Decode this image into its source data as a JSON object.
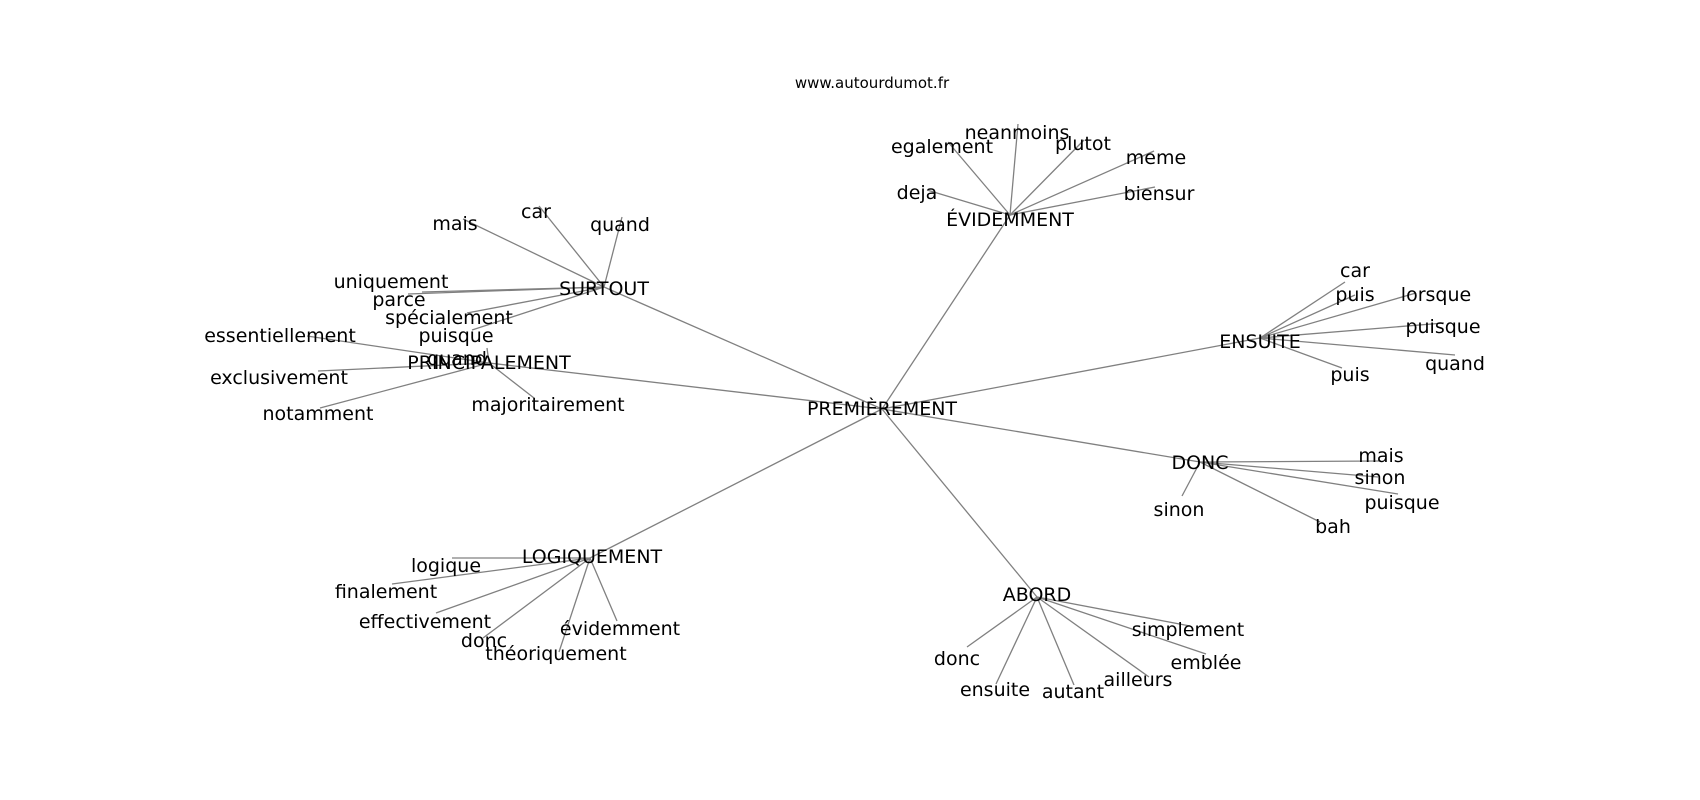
{
  "source": "www.autourdumot.fr",
  "colors": {
    "edge": "#808080",
    "text": "#000000",
    "background": "#ffffff"
  },
  "center": "PREMIÈREMENT",
  "groups": [
    {
      "label": "ÉVIDEMMENT",
      "leaves": [
        "egalement",
        "neanmoins",
        "plutot",
        "meme",
        "deja",
        "biensur"
      ]
    },
    {
      "label": "SURTOUT",
      "leaves": [
        "mais",
        "car",
        "quand",
        "uniquement",
        "parce",
        "spécialement",
        "puisque"
      ]
    },
    {
      "label": "PRINCIPALEMENT",
      "leaves": [
        "essentiellement",
        "quand",
        "exclusivement",
        "notamment",
        "majoritairement"
      ]
    },
    {
      "label": "ENSUITE",
      "leaves": [
        "car",
        "puis",
        "lorsque",
        "puisque",
        "quand",
        "puis"
      ]
    },
    {
      "label": "DONC",
      "leaves": [
        "mais",
        "sinon",
        "puisque",
        "sinon",
        "bah"
      ]
    },
    {
      "label": "LOGIQUEMENT",
      "leaves": [
        "logique",
        "finalement",
        "effectivement",
        "donc",
        "évidemment",
        "théoriquement"
      ]
    },
    {
      "label": "ABORD",
      "leaves": [
        "simplement",
        "emblée",
        "ailleurs",
        "autant",
        "ensuite",
        "donc"
      ]
    }
  ]
}
